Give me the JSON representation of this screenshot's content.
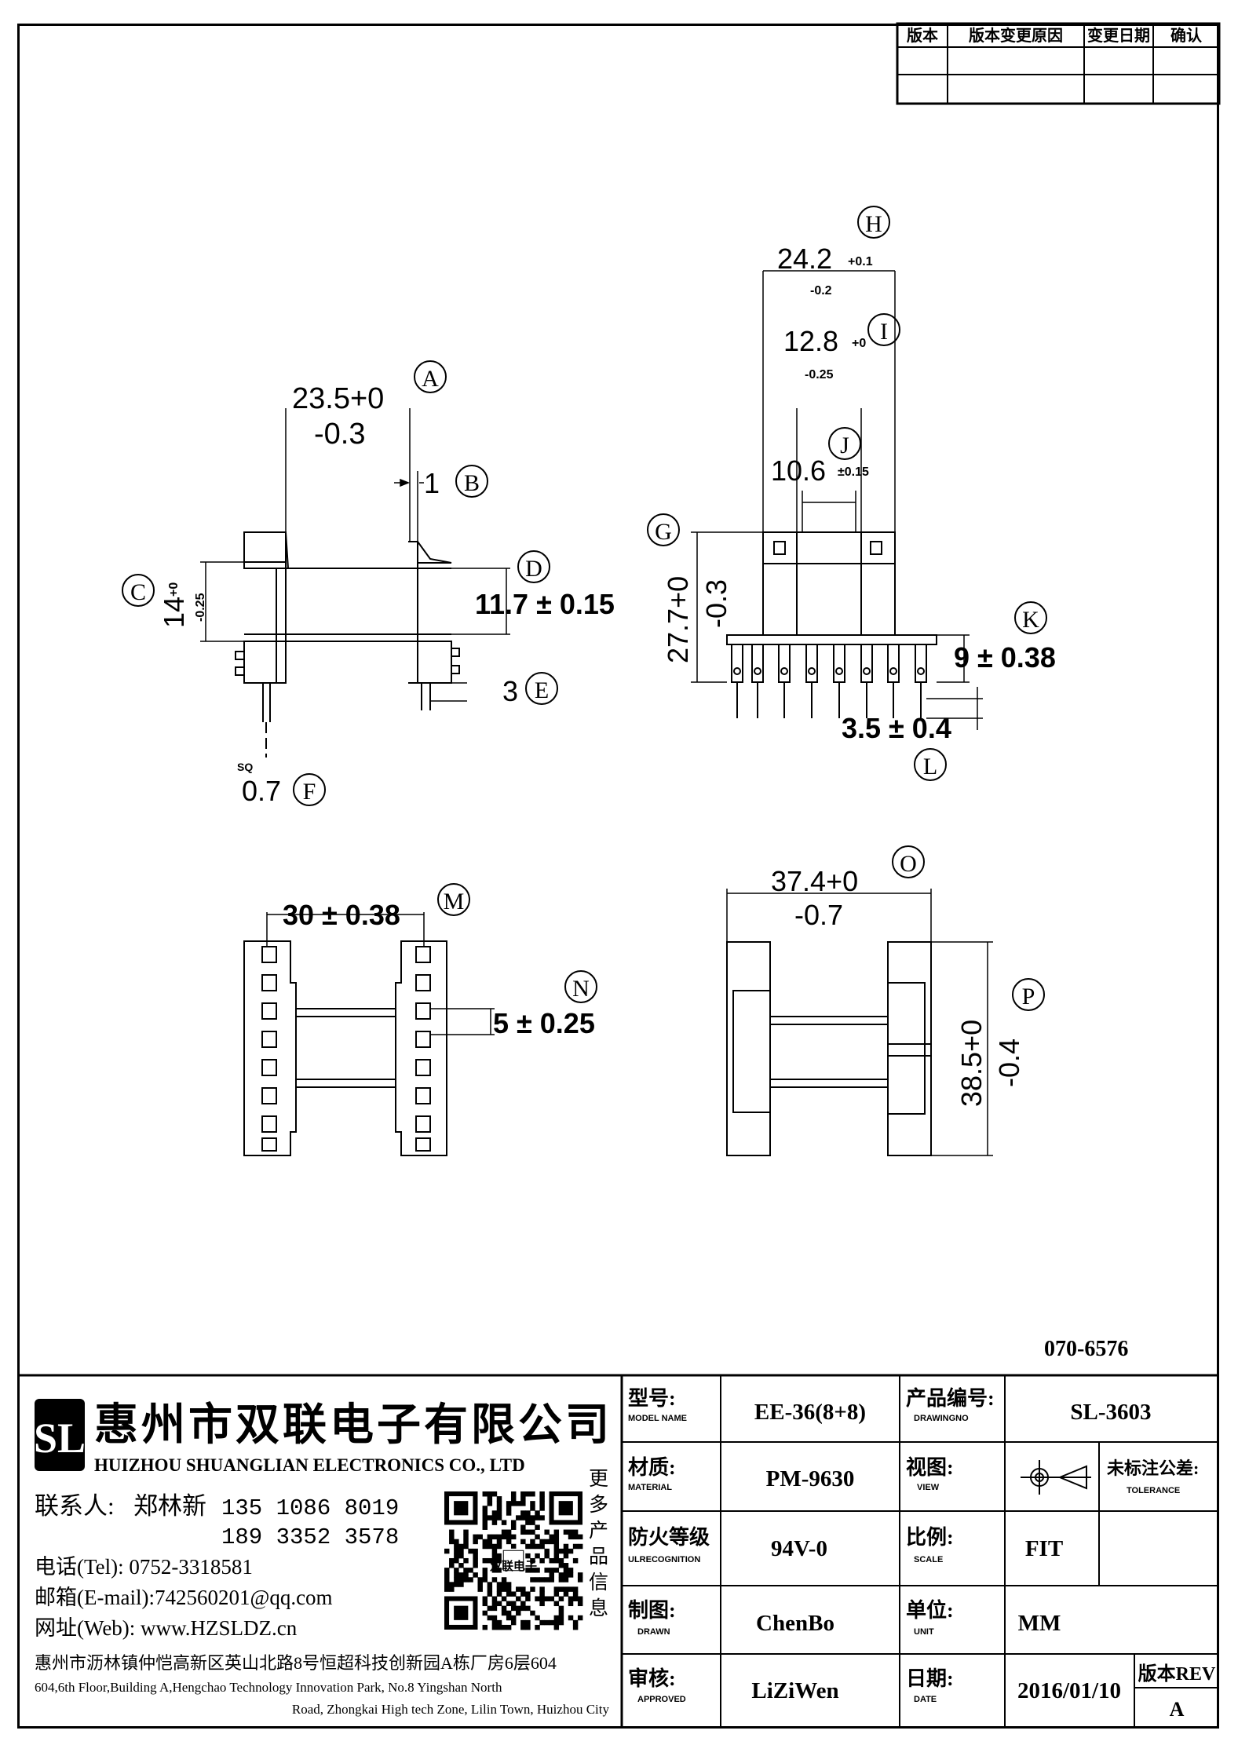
{
  "revision_table": {
    "headers": [
      "版本",
      "版本变更原因",
      "变更日期",
      "确认"
    ]
  },
  "drawing_number": "070-6576",
  "dimensions": {
    "A": {
      "letter": "A",
      "value": "23.5+0",
      "tol": "-0.3"
    },
    "B": {
      "letter": "B",
      "value": "1"
    },
    "C": {
      "letter": "C",
      "value": "14",
      "tol_plus": "+0",
      "tol_minus": "-0.25"
    },
    "D": {
      "letter": "D",
      "value": "11.7 ± 0.15"
    },
    "E": {
      "letter": "E",
      "value": "3"
    },
    "F": {
      "letter": "F",
      "value": "0.7",
      "prefix": "SQ"
    },
    "G": {
      "letter": "G",
      "value": "27.7+0",
      "tol": "-0.3"
    },
    "H": {
      "letter": "H",
      "value": "24.2",
      "tol_plus": "+0.1",
      "tol_minus": "-0.2"
    },
    "I": {
      "letter": "I",
      "value": "12.8",
      "tol_plus": "+0",
      "tol_minus": "-0.25"
    },
    "J": {
      "letter": "J",
      "value": "10.6",
      "tol": "±0.15"
    },
    "K": {
      "letter": "K",
      "value": "9 ± 0.38"
    },
    "L": {
      "letter": "L",
      "value": "3.5 ± 0.4"
    },
    "M": {
      "letter": "M",
      "value": "30 ± 0.38"
    },
    "N": {
      "letter": "N",
      "value": "5 ± 0.25"
    },
    "O": {
      "letter": "O",
      "value": "37.4+0",
      "tol": "-0.7"
    },
    "P": {
      "letter": "P",
      "value": "38.5+0",
      "tol": "-0.4"
    }
  },
  "company": {
    "logo_letters": "SL",
    "name_cn": "惠州市双联电子有限公司",
    "name_en": "HUIZHOU SHUANGLIAN ELECTRONICS CO., LTD",
    "contact_label": "联系人:",
    "contact_name": "郑林新",
    "phone1": "135 1086 8019",
    "phone2": "189 3352 3578",
    "tel_line": "电话(Tel): 0752-3318581",
    "email_line": "邮箱(E-mail):742560201@qq.com",
    "web_line": "网址(Web): www.HZSLDZ.cn",
    "qr_caption": "更多产品信息",
    "qr_badge": "双联电子",
    "address_cn": "惠州市沥林镇仲恺高新区英山北路8号恒超科技创新园A栋厂房6层604",
    "address_en_1": "604,6th Floor,Building A,Hengchao Technology Innovation Park, No.8 Yingshan North",
    "address_en_2": "Road, Zhongkai High tech Zone, Lilin Town, Huizhou City"
  },
  "info": {
    "model_label": "型号:",
    "model_label_en": "MODEL NAME",
    "model_value": "EE-36(8+8)",
    "product_label": "产品编号:",
    "product_label_en": "DRAWINGNO",
    "product_value": "SL-3603",
    "material_label": "材质:",
    "material_label_en": "MATERIAL",
    "material_value": "PM-9630",
    "view_label": "视图:",
    "view_label_en": "VIEW",
    "tolerance_label": "未标注公差:",
    "tolerance_label_en": "TOLERANCE",
    "fire_label": "防火等级",
    "fire_label_en": "ULRECOGNITION",
    "fire_value": "94V-0",
    "scale_label": "比例:",
    "scale_label_en": "SCALE",
    "scale_value": "FIT",
    "drawn_label": "制图:",
    "drawn_label_en": "DRAWN",
    "drawn_value": "ChenBo",
    "unit_label": "单位:",
    "unit_label_en": "UNIT",
    "unit_value": "MM",
    "approved_label": "审核:",
    "approved_label_en": "APPROVED",
    "approved_value": "LiZiWen",
    "date_label": "日期:",
    "date_label_en": "DATE",
    "date_value": "2016/01/10",
    "rev_label": "版本REV",
    "rev_value": "A"
  }
}
